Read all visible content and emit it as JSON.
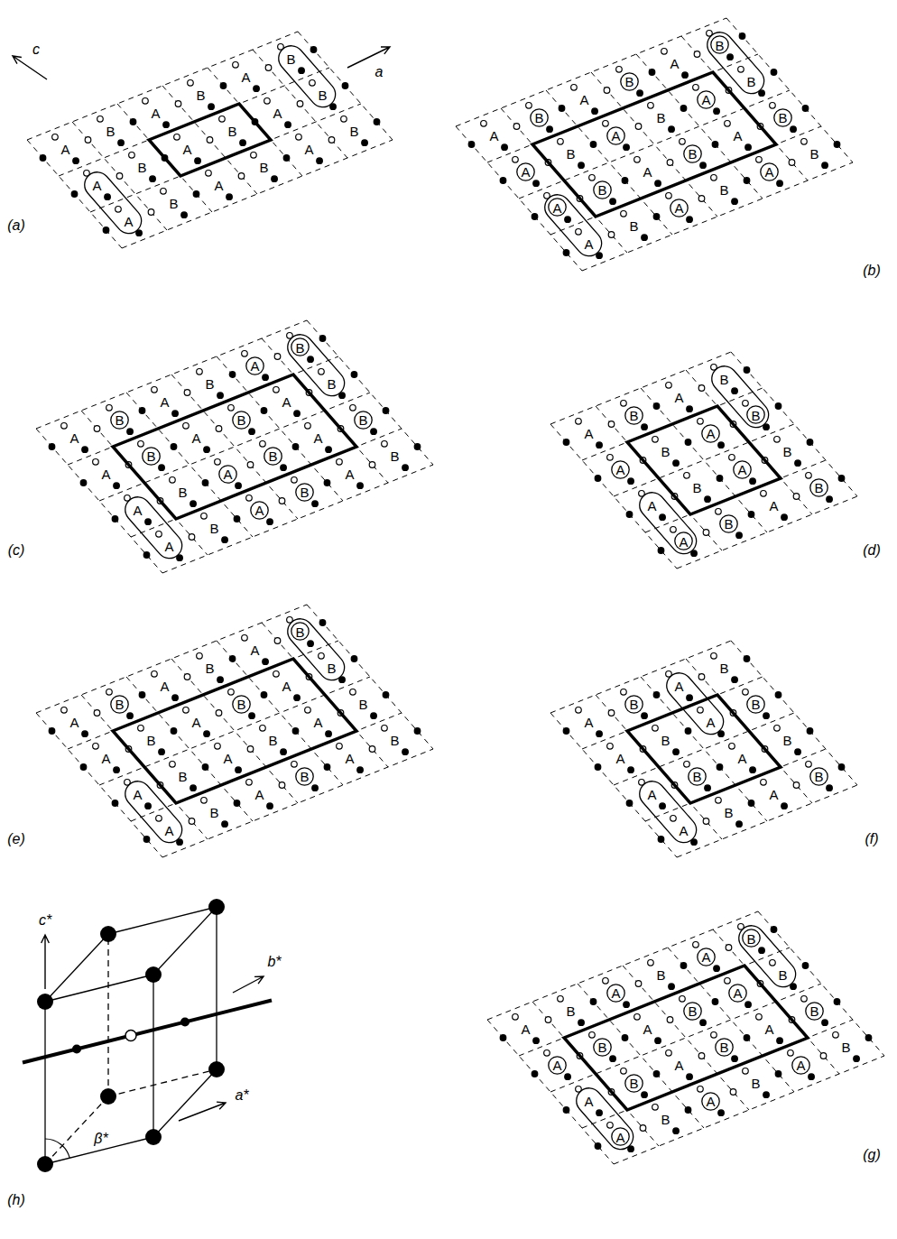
{
  "diagram": {
    "nodes": [
      {
        "text": [
          "B",
          "B"
        ]
      },
      {
        "text": [
          "A",
          "A"
        ]
      },
      {
        "text": [
          "B"
        ]
      },
      {
        "text": [
          "B"
        ]
      },
      {
        "text": [
          "B"
        ]
      },
      {
        "text": [
          "B"
        ],
        "in": 4
      },
      {
        "text": [
          "A"
        ]
      },
      {
        "text": [
          "A"
        ]
      },
      {
        "text": [
          "A"
        ]
      },
      {
        "text": [
          "A"
        ]
      },
      {
        "text": [
          "A"
        ],
        "in": 9
      },
      {
        "text": [
          "B"
        ]
      },
      {
        "text": [
          "B"
        ]
      },
      {
        "text": [
          "B"
        ]
      },
      {
        "text": [
          "A"
        ]
      },
      {
        "text": [
          "A"
        ]
      },
      {
        "text": [
          "B"
        ]
      },
      {
        "text": [
          "A"
        ]
      },
      {
        "text": [
          "B"
        ]
      },
      {
        "text": [
          "B"
        ],
        "in": 18
      },
      {
        "text": [
          "B"
        ]
      },
      {
        "text": [
          "B"
        ]
      },
      {
        "text": [
          "A",
          "A"
        ]
      },
      {
        "text": [
          "A"
        ]
      },
      {
        "text": [
          "B"
        ]
      },
      {
        "text": [
          "B"
        ]
      },
      {
        "text": [
          "A"
        ]
      },
      {
        "text": [
          "B"
        ]
      },
      {
        "text": [
          "B"
        ]
      },
      {
        "text": [
          "B"
        ]
      },
      {
        "text": [
          "A"
        ]
      },
      {
        "text": [
          "A"
        ]
      },
      {
        "text": [
          "B"
        ],
        "in": 29
      },
      {
        "text": [
          "A"
        ]
      },
      {
        "text": [
          "A"
        ]
      },
      {
        "text": [
          "A"
        ],
        "in": 33
      },
      {
        "text": [
          "B"
        ]
      },
      {
        "text": [
          "B"
        ]
      },
      {
        "text": [
          "B"
        ]
      },
      {
        "text": [
          "B"
        ]
      },
      {
        "text": [
          "B"
        ],
        "in": 39
      },
      {
        "text": [
          "B"
        ]
      },
      {
        "text": [
          "A",
          "A"
        ]
      },
      {
        "text": [
          "B"
        ]
      },
      {
        "text": [
          "B"
        ]
      },
      {
        "text": [
          "A",
          "A"
        ]
      },
      {
        "text": [
          "B"
        ]
      },
      {
        "text": [
          "A",
          "A"
        ]
      },
      {
        "text": [
          "B"
        ]
      },
      {
        "text": [
          "B"
        ]
      },
      {
        "text": [
          "A"
        ]
      },
      {
        "text": [
          "A"
        ]
      },
      {
        "text": [
          "B"
        ]
      },
      {
        "text": [
          "B"
        ],
        "in": 52
      },
      {
        "text": [
          "A"
        ]
      },
      {
        "text": [
          "B"
        ]
      },
      {
        "text": [
          "B"
        ]
      },
      {
        "text": [
          "A"
        ]
      },
      {
        "text": [
          "A"
        ]
      },
      {
        "text": [
          "B"
        ]
      },
      {
        "text": [
          "B"
        ]
      },
      {
        "text": [
          "B"
        ]
      },
      {
        "text": [
          "A"
        ],
        "in": 58
      },
      {
        "text": [
          "A"
        ]
      },
      {
        "text": [
          "A"
        ]
      }
    ],
    "labels": [
      "c",
      "a",
      "A",
      "B",
      "A",
      "B",
      "A",
      "B",
      "A",
      "B",
      "A",
      "B",
      "A",
      "B",
      "A",
      "B",
      "(a)",
      "A",
      "A",
      "A",
      "B",
      "B",
      "A",
      "A",
      "B",
      "B",
      "B",
      "(b)",
      "A",
      "A",
      "B",
      "A",
      "A",
      "A",
      "B",
      "A",
      "B",
      "A",
      "B",
      "(c)",
      "A",
      "A",
      "B",
      "B",
      "B",
      "A",
      "(d)",
      "A",
      "A",
      "B",
      "A",
      "A",
      "B",
      "A",
      "A",
      "B",
      "A",
      "B",
      "A",
      "B",
      "B",
      "A",
      "A",
      "B",
      "(e)",
      "A",
      "B",
      "A",
      "B",
      "A",
      "B",
      "B",
      "A",
      "(f)",
      "c*",
      "b*",
      "a*",
      "β*",
      "(h)",
      "A",
      "B",
      "B",
      "A",
      "A",
      "A",
      "B",
      "B",
      "B",
      "(g)"
    ]
  }
}
